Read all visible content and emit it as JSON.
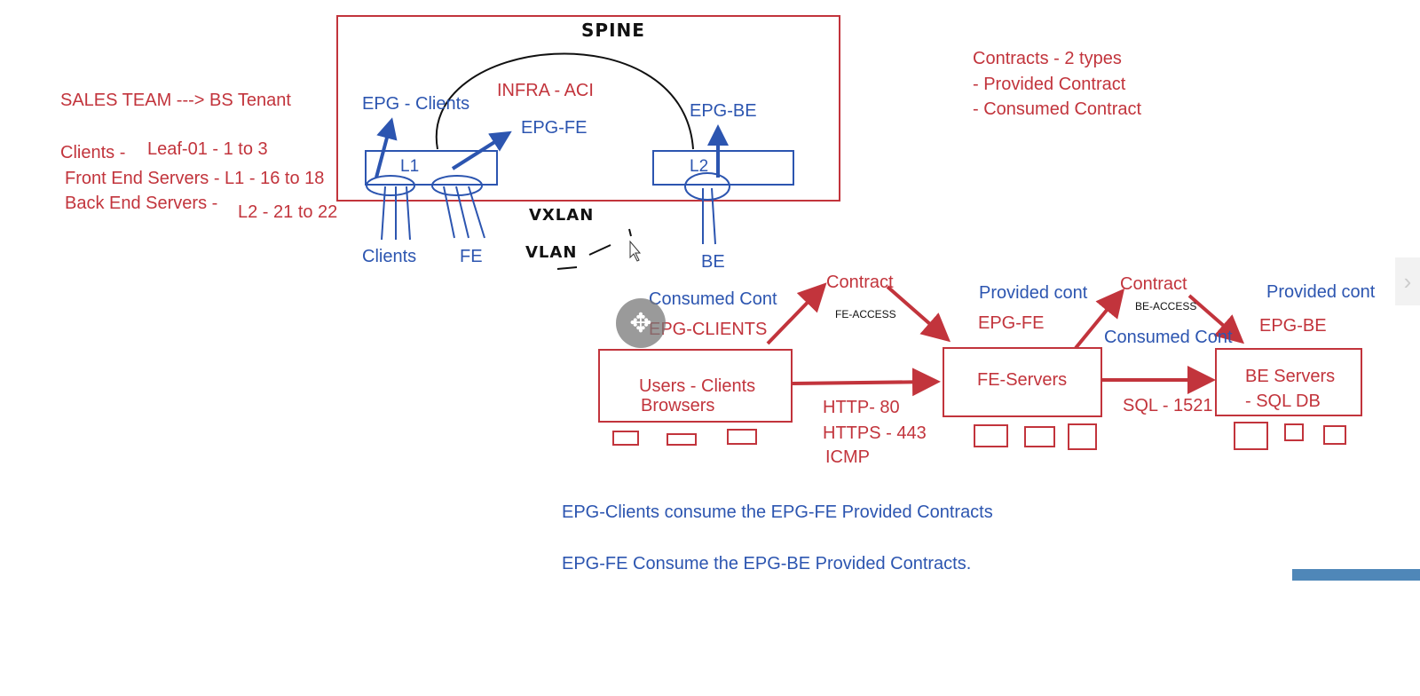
{
  "left_notes": {
    "line1": "SALES TEAM ---> BS Tenant",
    "line2a": "Clients -",
    "line2b": "Leaf-01 - 1 to 3",
    "line3": "Front End Servers - L1 - 16 to 18",
    "line4a": "Back End Servers -",
    "line4b": "L2 - 21 to 22"
  },
  "fabric": {
    "spine": "SPINE",
    "infra": "INFRA - ACI",
    "epg_clients": "EPG - Clients",
    "epg_fe": "EPG-FE",
    "epg_be": "EPG-BE",
    "leaf1": "L1",
    "leaf2": "L2",
    "port_clients": "Clients",
    "port_fe": "FE",
    "port_be": "BE",
    "vxlan": "VXLAN",
    "vlan": "VLAN"
  },
  "contracts_note": {
    "title": "Contracts - 2 types",
    "item1": "- Provided Contract",
    "item2": "- Consumed Contract"
  },
  "flow": {
    "consumed1": "Consumed Cont",
    "epg_clients": "EPG-CLIENTS",
    "contract1": "Contract",
    "contract1_name": "FE-ACCESS",
    "provided1": "Provided cont",
    "epg_fe": "EPG-FE",
    "contract2": "Contract",
    "contract2_name": "BE-ACCESS",
    "consumed2": "Consumed Cont",
    "provided2": "Provided cont",
    "epg_be": "EPG-BE",
    "box_users_1": "Users - Clients",
    "box_users_2": "Browsers",
    "box_fe": "FE-Servers",
    "box_be_1": "BE Servers",
    "box_be_2": "- SQL DB",
    "proto1": "HTTP- 80",
    "proto2": "HTTPS - 443",
    "proto3": "ICMP",
    "proto_sql": "SQL - 1521"
  },
  "summary": {
    "line1": "EPG-Clients consume the EPG-FE Provided Contracts",
    "line2": "EPG-FE Consume the EPG-BE Provided Contracts."
  },
  "colors": {
    "red": "#c2343c",
    "blue": "#2c55b0",
    "black": "#111111"
  }
}
